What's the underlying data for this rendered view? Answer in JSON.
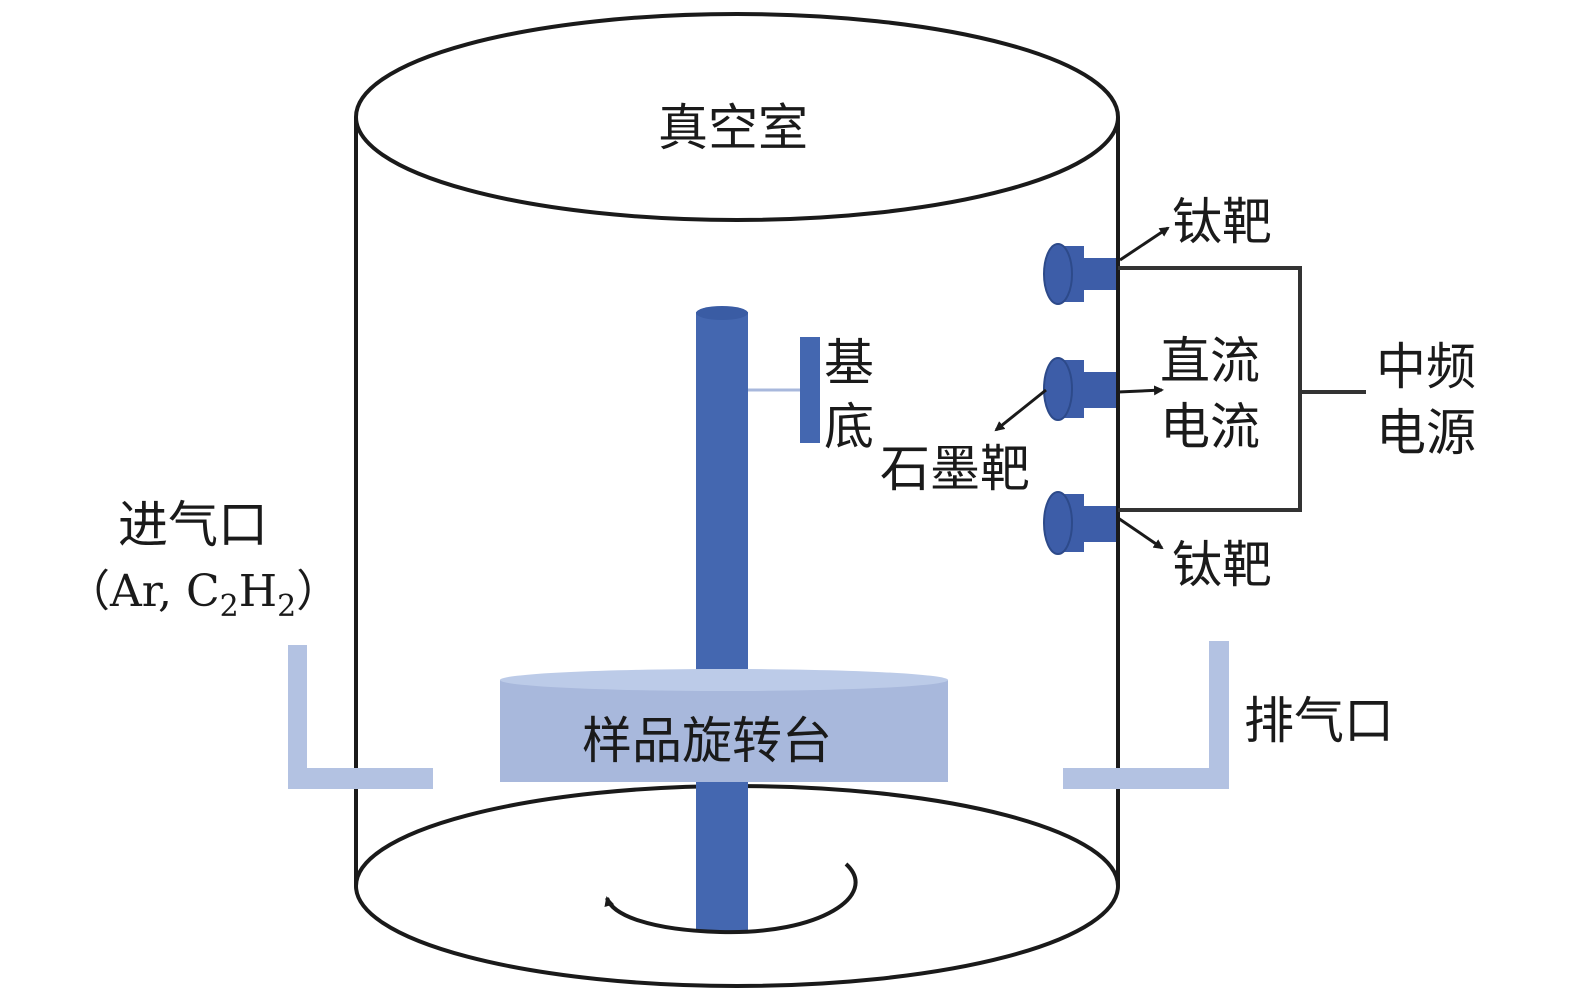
{
  "labels": {
    "chamber": "真空室",
    "ti_target_top": "钛靶",
    "ti_target_bottom": "钛靶",
    "substrate_line1": "基",
    "substrate_line2": "底",
    "graphite_target": "石墨靶",
    "dc_line1": "直流",
    "dc_line2": "电流",
    "mf_line1": "中频",
    "mf_line2": "电源",
    "inlet": "进气口",
    "inlet_gas_open": "（Ar, C",
    "inlet_gas_sub1": "2",
    "inlet_gas_mid": "H",
    "inlet_gas_sub2": "2",
    "inlet_gas_close": "）",
    "outlet": "排气口",
    "stage": "样品旋转台"
  },
  "colors": {
    "outline": "#1a1a1a",
    "shaft_blue": "#4467b0",
    "target_blue": "#3d5da8",
    "stage_fill": "#a8b8dc",
    "pipe_fill": "#b3c2e2",
    "wire": "#333333"
  },
  "icons": [
    "rotation-arrow-icon",
    "pointer-arrow-icon"
  ]
}
